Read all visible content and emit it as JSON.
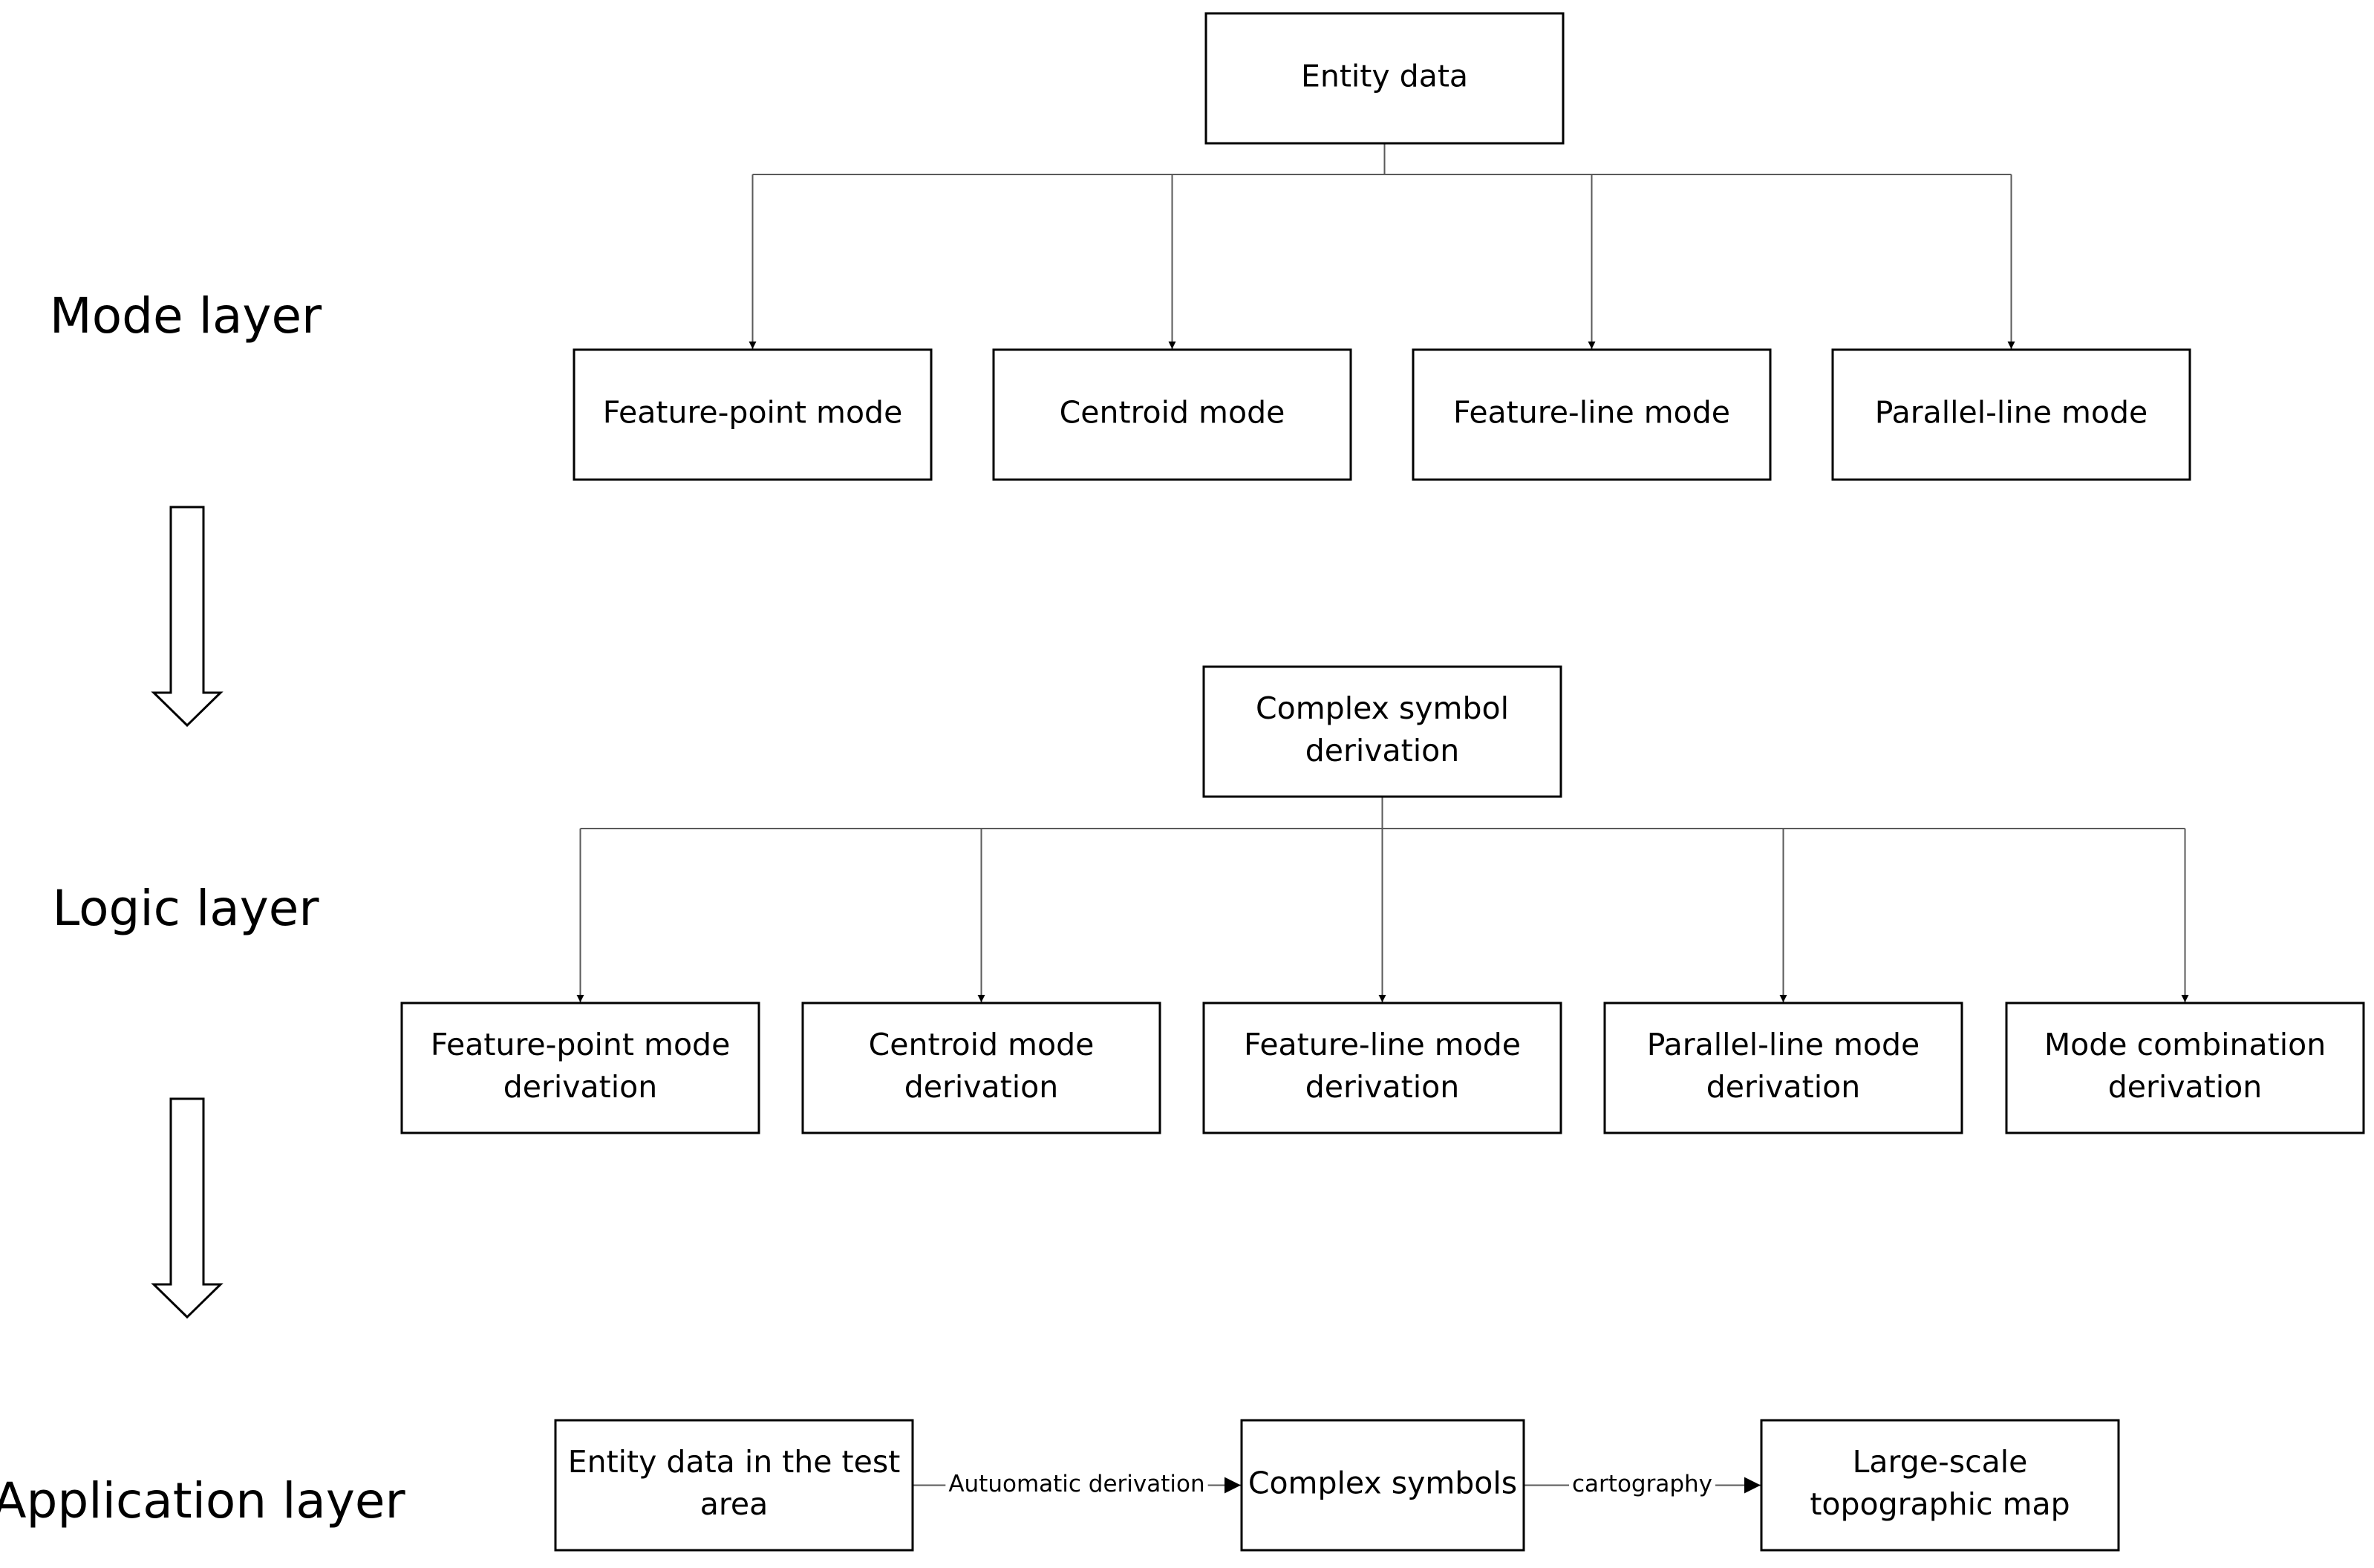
{
  "layers": [
    {
      "id": "mode",
      "label": "Mode layer"
    },
    {
      "id": "logic",
      "label": "Logic layer"
    },
    {
      "id": "application",
      "label": "Application layer"
    }
  ],
  "nodes": {
    "entity_data": [
      "Entity data"
    ],
    "feature_point_mode": [
      "Feature-point mode"
    ],
    "centroid_mode": [
      "Centroid mode"
    ],
    "feature_line_mode": [
      "Feature-line mode"
    ],
    "parallel_line_mode": [
      "Parallel-line mode"
    ],
    "complex_symbol_derivation": [
      "Complex symbol",
      "derivation"
    ],
    "feature_point_mode_derivation": [
      "Feature-point mode",
      "derivation"
    ],
    "centroid_mode_derivation": [
      "Centroid mode",
      "derivation"
    ],
    "feature_line_mode_derivation": [
      "Feature-line mode",
      "derivation"
    ],
    "parallel_line_mode_derivation": [
      "Parallel-line mode",
      "derivation"
    ],
    "mode_combination_derivation": [
      "Mode combination",
      "derivation"
    ],
    "entity_data_test_area": [
      "Entity data in the test",
      "area"
    ],
    "complex_symbols": [
      "Complex symbols"
    ],
    "large_scale_map": [
      "Large-scale",
      "topographic map"
    ]
  },
  "edges": [
    {
      "from": "entity_data",
      "to": "feature_point_mode",
      "label": ""
    },
    {
      "from": "entity_data",
      "to": "centroid_mode",
      "label": ""
    },
    {
      "from": "entity_data",
      "to": "feature_line_mode",
      "label": ""
    },
    {
      "from": "entity_data",
      "to": "parallel_line_mode",
      "label": ""
    },
    {
      "from": "complex_symbol_derivation",
      "to": "feature_point_mode_derivation",
      "label": ""
    },
    {
      "from": "complex_symbol_derivation",
      "to": "centroid_mode_derivation",
      "label": ""
    },
    {
      "from": "complex_symbol_derivation",
      "to": "feature_line_mode_derivation",
      "label": ""
    },
    {
      "from": "complex_symbol_derivation",
      "to": "parallel_line_mode_derivation",
      "label": ""
    },
    {
      "from": "complex_symbol_derivation",
      "to": "mode_combination_derivation",
      "label": ""
    },
    {
      "from": "entity_data_test_area",
      "to": "complex_symbols",
      "label": "Autuomatic derivation"
    },
    {
      "from": "complex_symbols",
      "to": "large_scale_map",
      "label": "cartography"
    }
  ]
}
